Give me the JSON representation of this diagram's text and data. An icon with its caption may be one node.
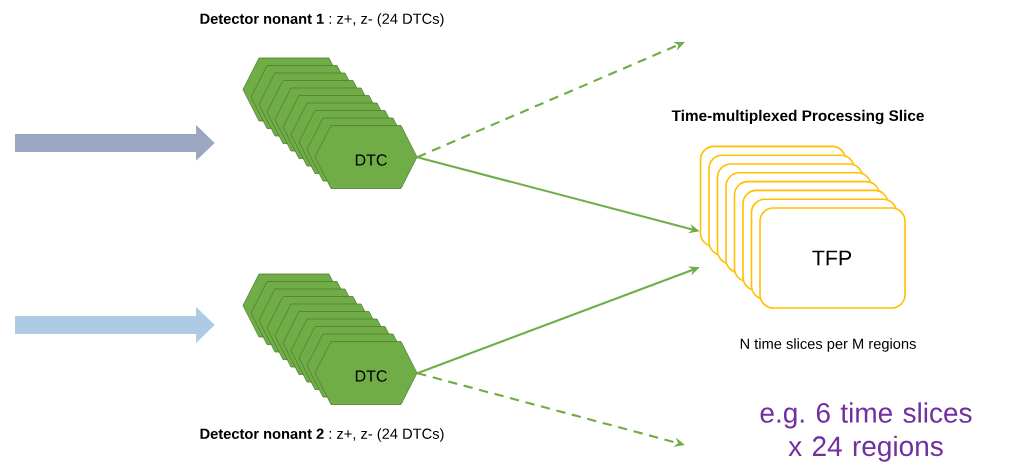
{
  "diagram": {
    "nodes": [
      {
        "text": [
          "DTC"
        ],
        "beside": [
          "**Detector nonant 1** : z+, z- (24 DTCs)"
        ]
      },
      {
        "text": [
          "DTC"
        ],
        "beside": [
          "**Detector nonant 2** : z+, z- (24 DTCs)"
        ]
      },
      {
        "text": [
          "Time-multiplexed Processing Slice",
          "TFP"
        ],
        "beside": [
          "N time slices per M regions"
        ]
      }
    ],
    "edges": [
      {
        "from": null,
        "to": 0,
        "arrow": "to",
        "style": "thick",
        "color": "#9ba7c2"
      },
      {
        "from": null,
        "to": 1,
        "arrow": "to",
        "style": "thick",
        "color": "#aecbe6"
      },
      {
        "from": 0,
        "to": null,
        "arrow": "to",
        "style": "dashed"
      },
      {
        "from": 0,
        "to": 2,
        "arrow": "to"
      },
      {
        "from": 1,
        "to": 2,
        "arrow": "to"
      },
      {
        "from": 1,
        "to": null,
        "arrow": "to",
        "style": "dashed"
      }
    ],
    "labels": [
      "e.g. 6 time slices x 24 regions"
    ]
  }
}
